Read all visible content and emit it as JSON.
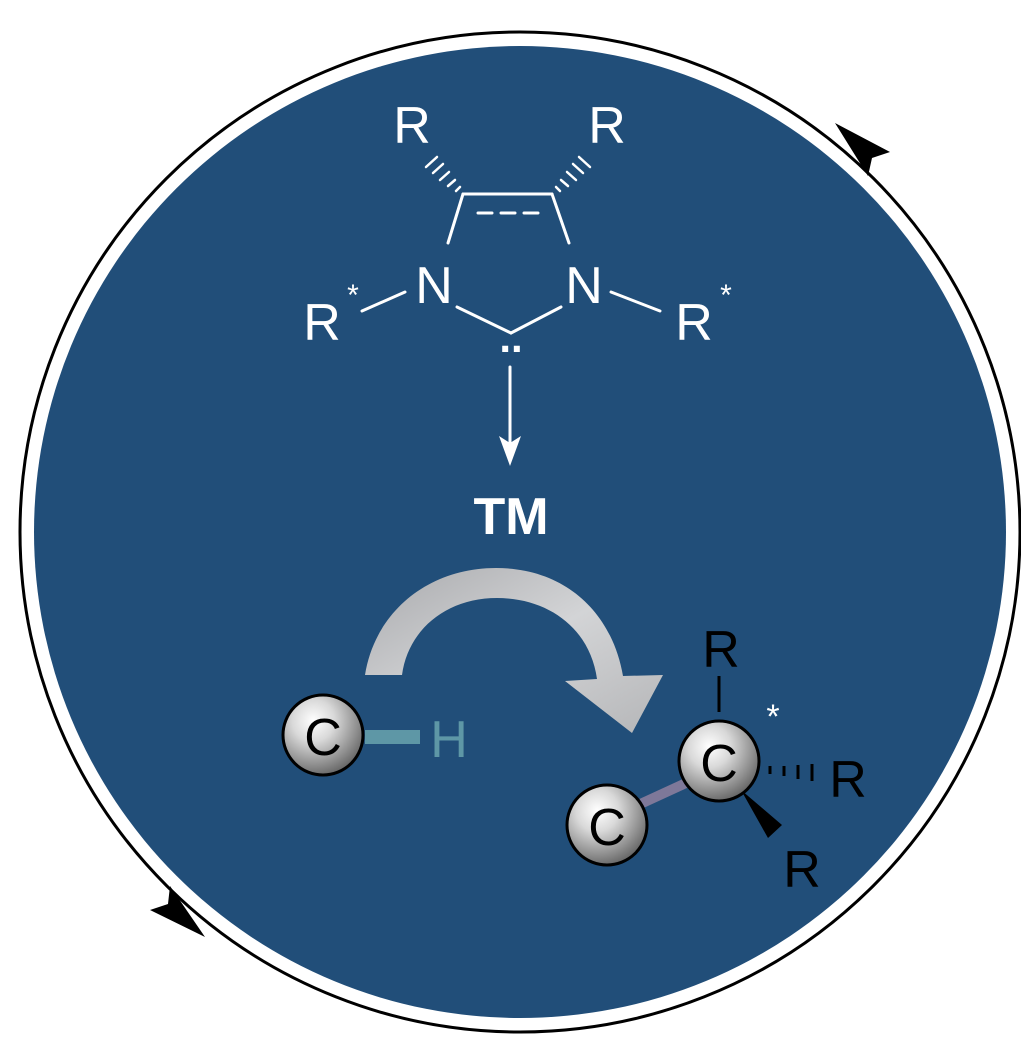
{
  "colors": {
    "disc": "#214E79",
    "ring_white": "#FFFFFF",
    "ring_black": "#000000",
    "structure": "#FFFFFF",
    "ch_bond": "#5E97A6",
    "cc_bond": "#7E7899",
    "product_text": "#000000",
    "big_arrow": "#BFC0C2"
  },
  "icons": {
    "cycle_arrow_top": "arrowhead-icon",
    "cycle_arrow_bottom": "arrowhead-icon",
    "transform_arrow": "curved-arrow-icon",
    "coordination_arrow": "down-arrow-icon"
  },
  "nhc": {
    "backbone_left_r": "R",
    "backbone_right_r": "R",
    "n_left": "N",
    "n_right": "N",
    "substituent_left": "R",
    "substituent_left_star": "*",
    "substituent_right": "R",
    "substituent_right_star": "*",
    "lone_pair": ".."
  },
  "metal": {
    "label": "TM"
  },
  "reactant": {
    "carbon": "C",
    "hydrogen": "H"
  },
  "product": {
    "carbon_left": "C",
    "carbon_center": "C",
    "stereo_star": "*",
    "r_top": "R",
    "r_right": "R",
    "r_bottom": "R"
  }
}
